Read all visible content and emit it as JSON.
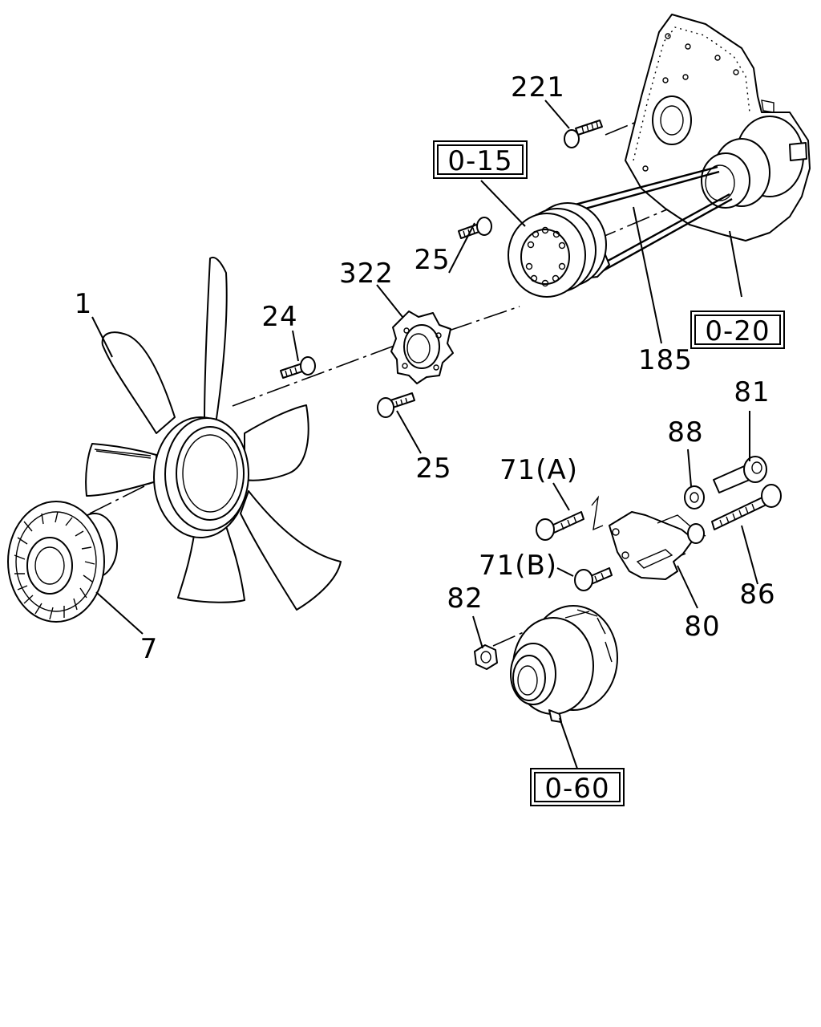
{
  "callouts": {
    "c1": "1",
    "c7": "7",
    "c24": "24",
    "c25_top": "25",
    "c25_bottom": "25",
    "c322": "322",
    "c221": "221",
    "c185": "185",
    "c81": "81",
    "c88": "88",
    "c71a": "71(A)",
    "c71b": "71(B)",
    "c82": "82",
    "c86": "86",
    "c80": "80"
  },
  "references": {
    "r015": "0-15",
    "r020": "0-20",
    "r060": "0-60"
  }
}
